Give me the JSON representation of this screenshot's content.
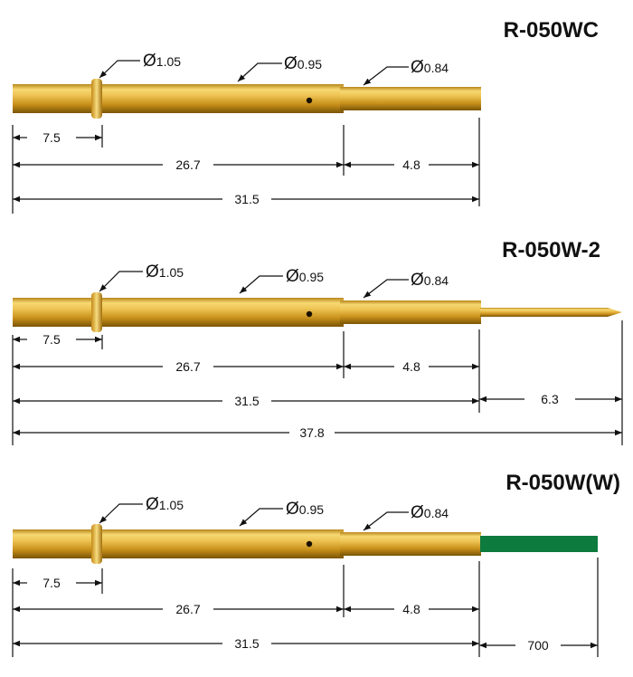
{
  "colors": {
    "brass_light": "#f6d873",
    "brass_mid": "#d9a520",
    "brass_dark": "#7a5406",
    "wire_green": "#0d7a3e",
    "line": "#111111"
  },
  "diameter_symbol": "Ø",
  "probes": [
    {
      "title": "R-050WC",
      "diameters": [
        "1.05",
        "0.95",
        "0.84"
      ],
      "dims": {
        "ring": "7.5",
        "body": "26.7",
        "tip": "4.8",
        "total": "31.5"
      }
    },
    {
      "title": "R-050W-2",
      "diameters": [
        "1.05",
        "0.95",
        "0.84"
      ],
      "dims": {
        "ring": "7.5",
        "body": "26.7",
        "tip": "4.8",
        "total": "31.5",
        "point": "6.3",
        "overall": "37.8"
      }
    },
    {
      "title": "R-050W(W)",
      "diameters": [
        "1.05",
        "0.95",
        "0.84"
      ],
      "dims": {
        "ring": "7.5",
        "body": "26.7",
        "tip": "4.8",
        "total": "31.5",
        "wire": "700"
      }
    }
  ]
}
